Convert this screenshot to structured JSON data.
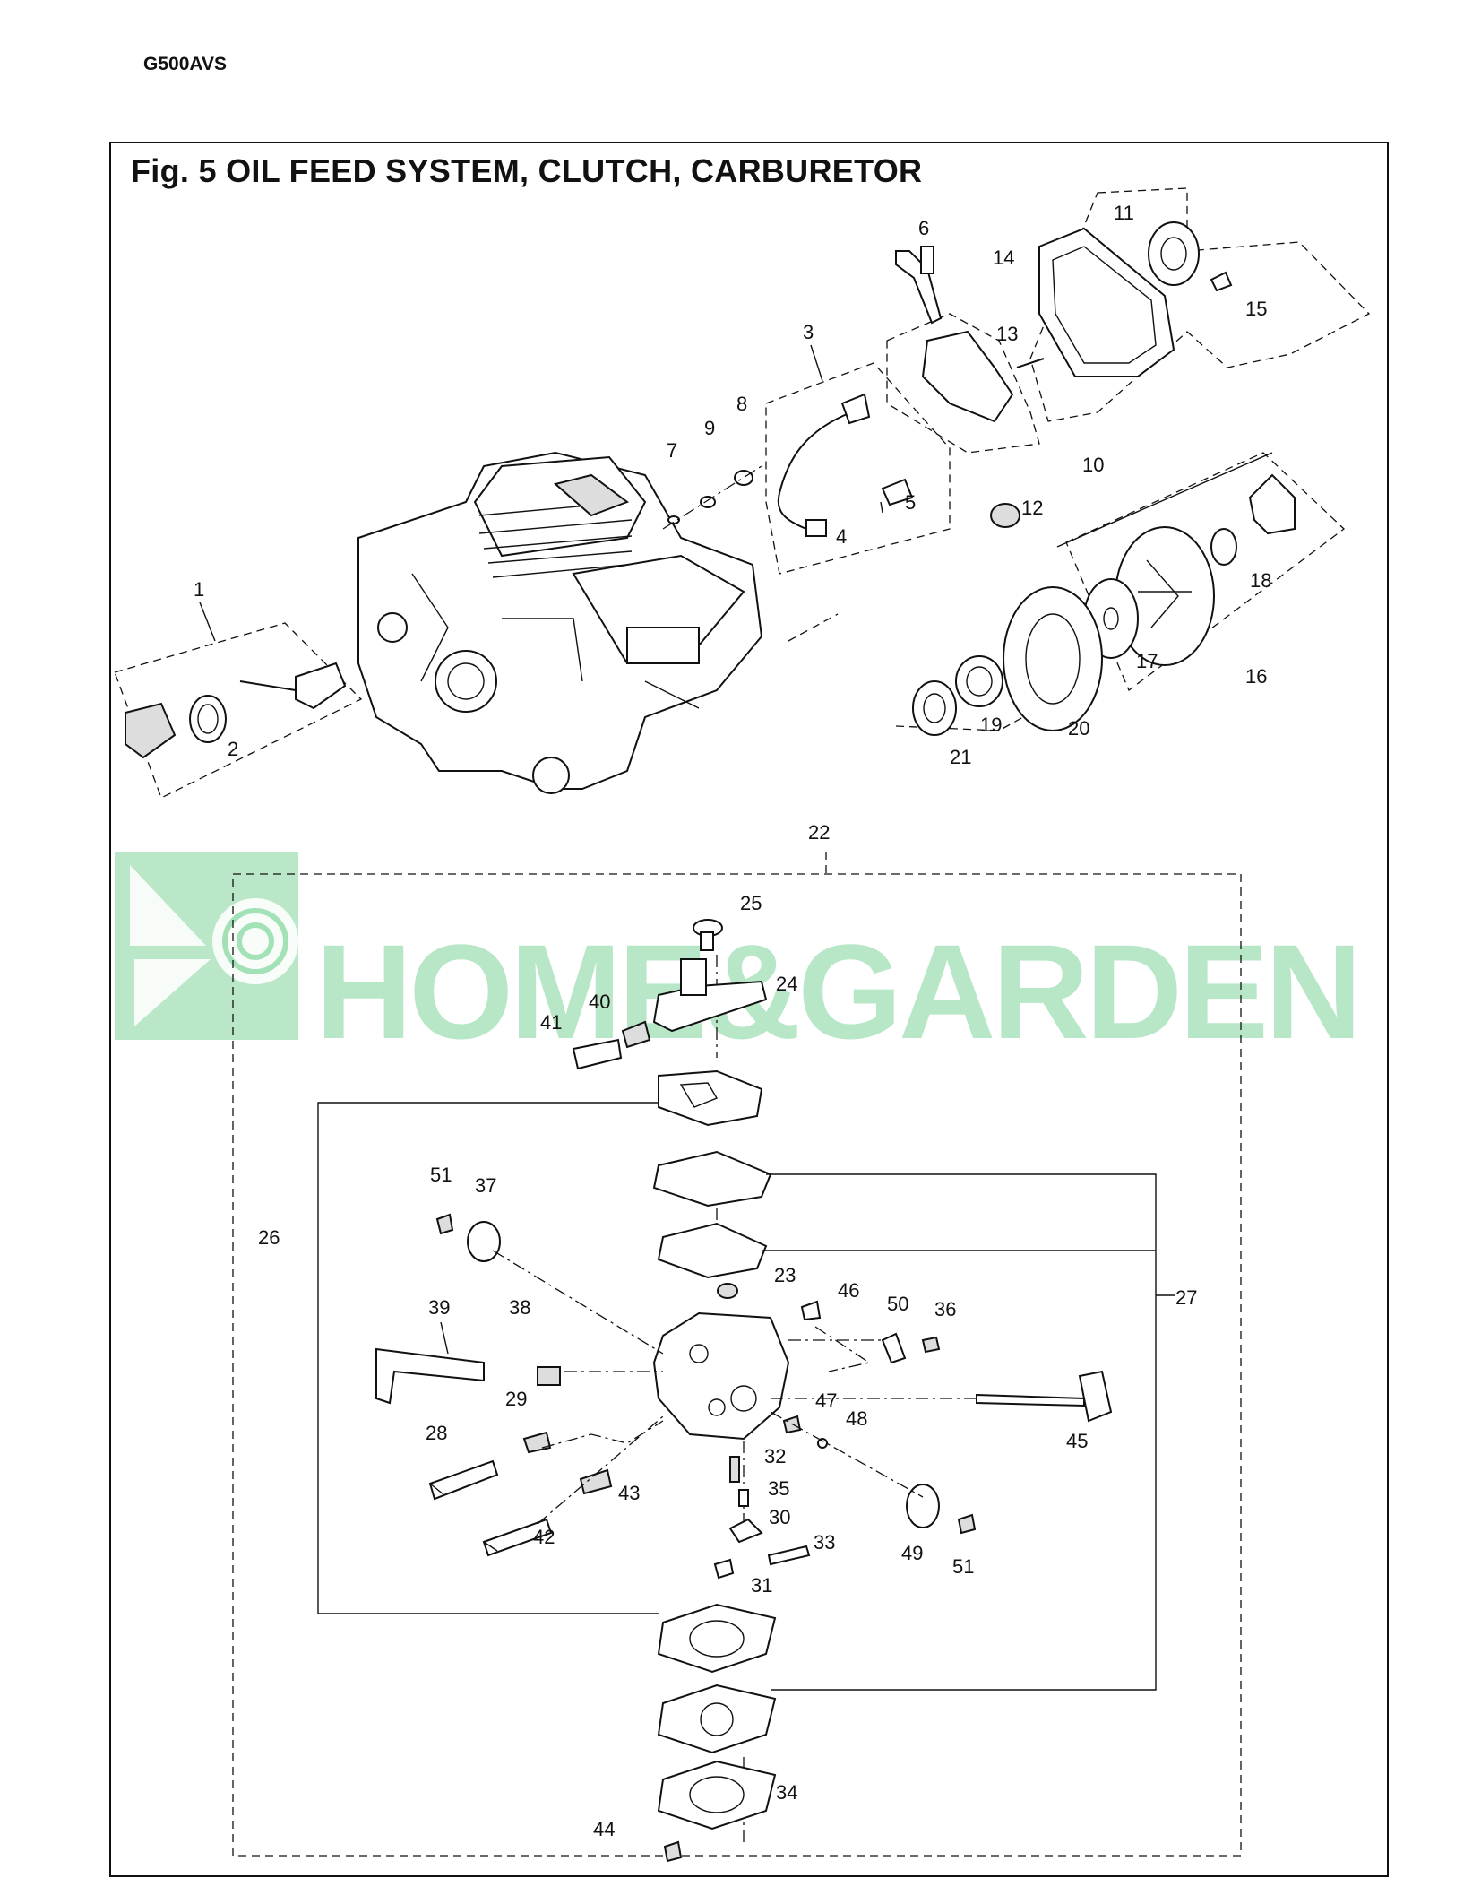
{
  "header": {
    "model": "G500AVS"
  },
  "figure": {
    "title": "Fig. 5  OIL FEED SYSTEM, CLUTCH, CARBURETOR"
  },
  "watermark": {
    "text": "HOME&GARDEN",
    "color": "#7fd49a"
  },
  "callouts": [
    "1",
    "2",
    "3",
    "4",
    "5",
    "6",
    "7",
    "8",
    "9",
    "10",
    "11",
    "12",
    "13",
    "14",
    "15",
    "16",
    "17",
    "18",
    "19",
    "20",
    "21",
    "22",
    "23",
    "24",
    "25",
    "26",
    "27",
    "28",
    "29",
    "30",
    "31",
    "32",
    "33",
    "34",
    "35",
    "36",
    "37",
    "38",
    "39",
    "40",
    "41",
    "42",
    "43",
    "44",
    "45",
    "46",
    "47",
    "48",
    "49",
    "50",
    "51"
  ]
}
